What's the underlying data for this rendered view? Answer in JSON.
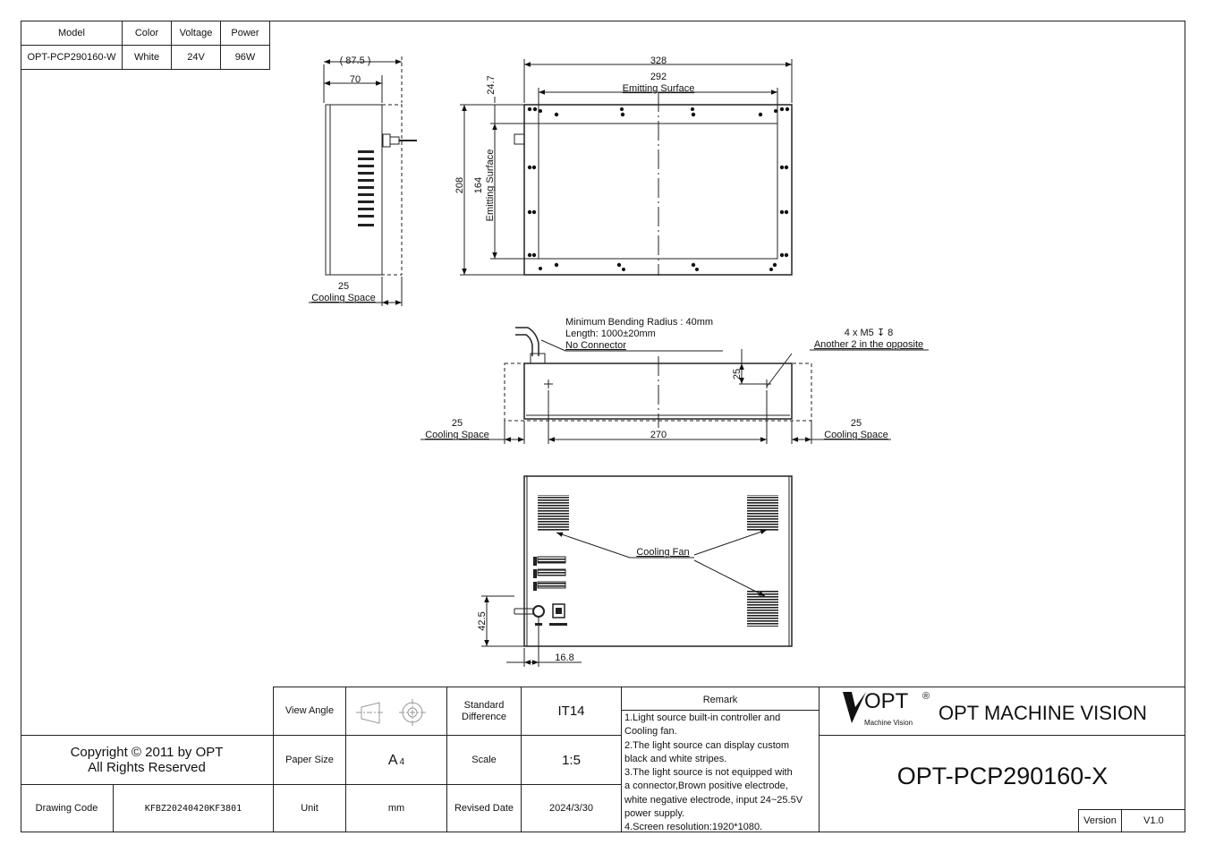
{
  "spec_table": {
    "headers": [
      "Model",
      "Color",
      "Voltage",
      "Power"
    ],
    "row": [
      "OPT-PCP290160-W",
      "White",
      "24V",
      "96W"
    ]
  },
  "side_view": {
    "dim_total": "( 87.5 )",
    "dim_body": "70",
    "dim_cooling": "25",
    "cooling_label": "Cooling Space"
  },
  "front_view": {
    "dim_width": "328",
    "dim_emit_width": "292",
    "emit_label_h": "Emitting Surface",
    "dim_top_offset": "24.7",
    "dim_height": "208",
    "dim_emit_height": "164",
    "emit_label_v": "Emitting Surface"
  },
  "bottom_view": {
    "note_radius": "Minimum Bending Radius : 40mm",
    "note_length": "Length: 1000±20mm",
    "note_connector": "No Connector",
    "note_screws": "4 x M5 ↧ 8",
    "note_opposite": "Another 2 in the opposite",
    "dim_screw_depth": "25",
    "dim_left_cool": "25",
    "left_cool_label": "Cooling Space",
    "dim_hole_span": "270",
    "dim_right_cool": "25",
    "right_cool_label": "Cooling Space"
  },
  "back_view": {
    "fan_label": "Cooling Fan",
    "dim_cable_height": "42.5",
    "dim_cable_offset": "16.8"
  },
  "title_block": {
    "copyright_line1": "Copyright © 2011 by OPT",
    "copyright_line2": "All Rights Reserved",
    "drawing_code_label": "Drawing Code",
    "drawing_code_value": "KFBZ20240420KF3801",
    "view_angle_label": "View Angle",
    "standard_difference_label": "Standard Difference",
    "standard_difference_value": "IT14",
    "paper_size_label": "Paper Size",
    "paper_size_value": "A",
    "paper_size_sub": "4",
    "scale_label": "Scale",
    "scale_value": "1:5",
    "unit_label": "Unit",
    "unit_value": "mm",
    "revised_date_label": "Revised Date",
    "revised_date_value": "2024/3/30",
    "remark_label": "Remark",
    "remarks": [
      "1.Light source built-in controller and",
      "Cooling fan.",
      "2.The light source can display custom",
      "black and white stripes.",
      "3.The light source is not equipped with",
      "a connector,Brown positive electrode,",
      "white negative electrode, input 24~25.5V",
      "power supply.",
      "4.Screen resolution:1920*1080."
    ],
    "logo_text": "OPT",
    "logo_registered": "®",
    "logo_sub": "Machine Vision",
    "company_name": "OPT MACHINE VISION",
    "part_number": "OPT-PCP290160-X",
    "version_label": "Version",
    "version_value": "V1.0"
  }
}
